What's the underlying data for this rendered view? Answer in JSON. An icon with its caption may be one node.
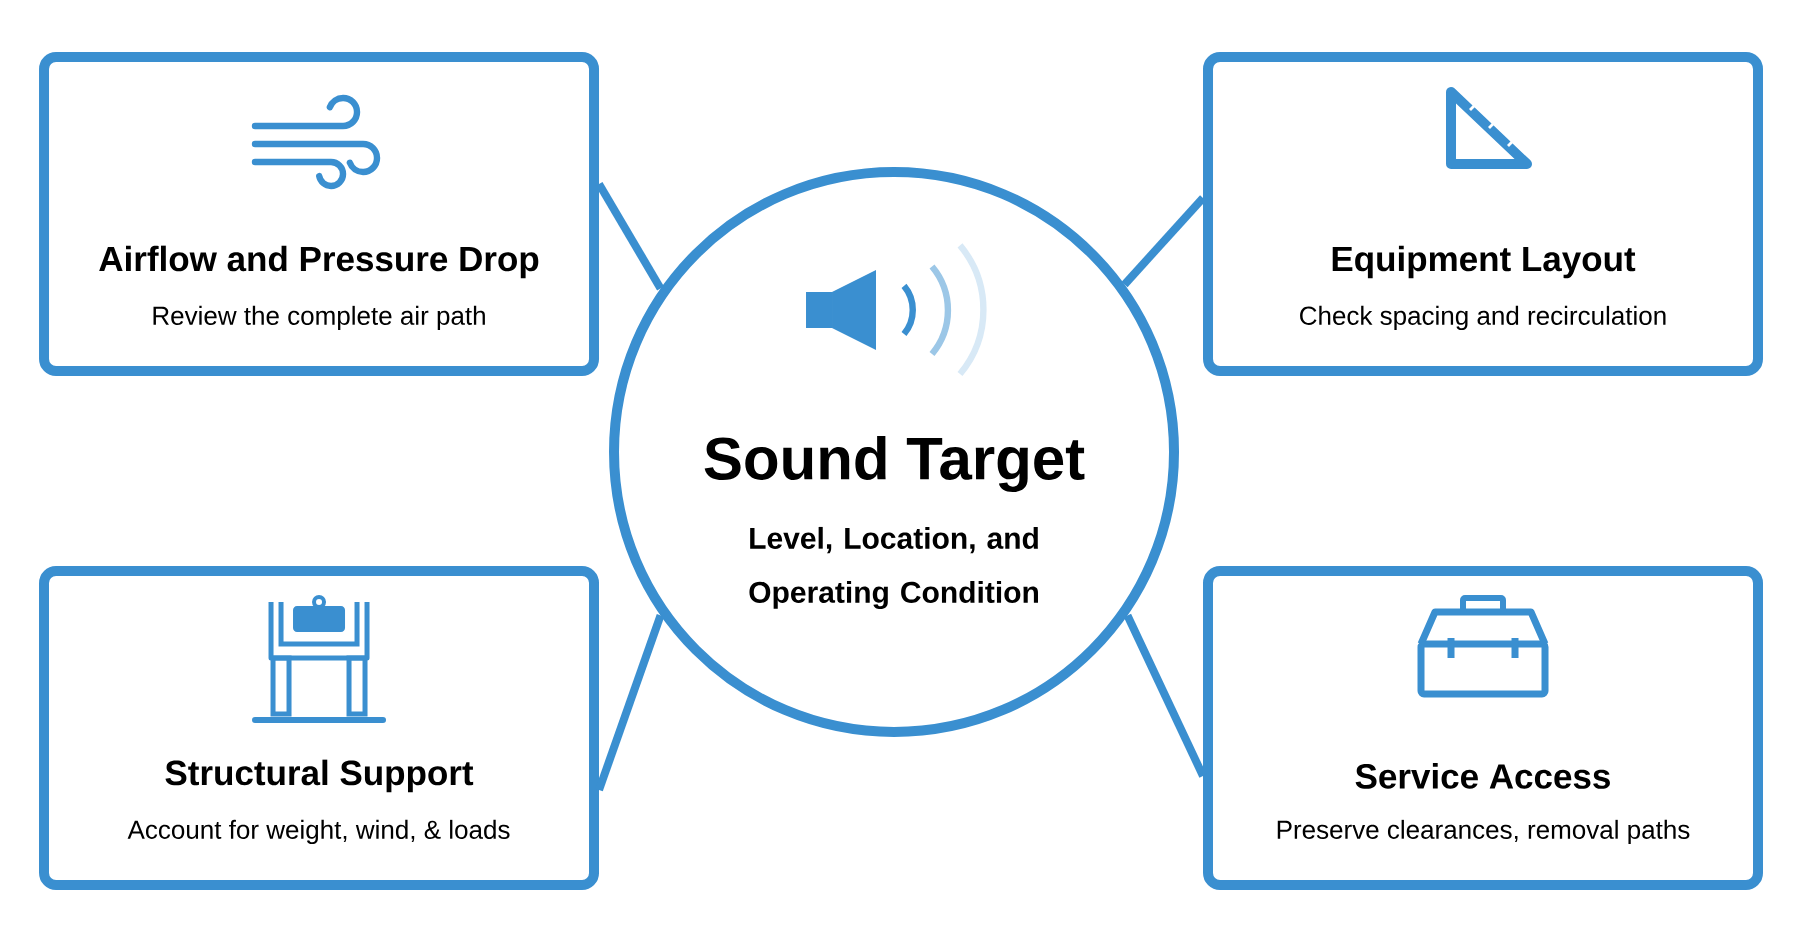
{
  "diagram": {
    "nodes": [
      {
        "text": [
          "Airflow and Pressure Drop",
          "Review the complete air path"
        ]
      },
      {
        "text": [
          "Equipment Layout",
          "Check spacing and recirculation"
        ]
      },
      {
        "text": [
          "Sound Target",
          "Level, Location, and Operating Condition"
        ]
      },
      {
        "text": [
          "Structural Support",
          "Account for weight, wind, & loads"
        ]
      },
      {
        "text": [
          "Service Access",
          "Preserve clearances, removal paths"
        ]
      }
    ],
    "edges": [
      {
        "from": 2,
        "to": 0,
        "arrow": "none"
      },
      {
        "from": 2,
        "to": 1,
        "arrow": "none"
      },
      {
        "from": 2,
        "to": 3,
        "arrow": "none"
      },
      {
        "from": 2,
        "to": 4,
        "arrow": "none"
      }
    ]
  }
}
